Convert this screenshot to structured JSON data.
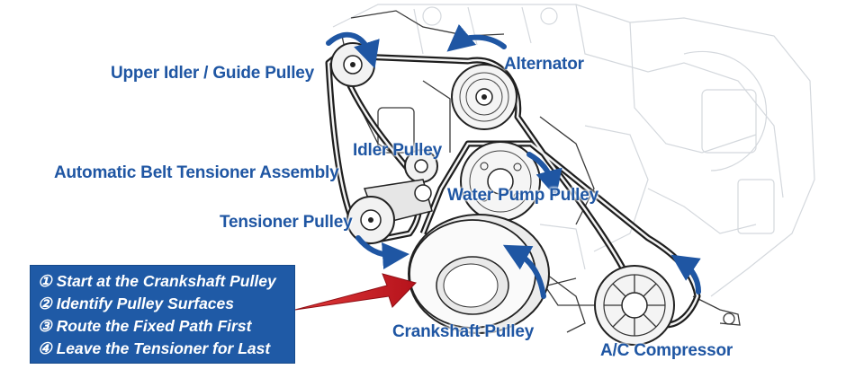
{
  "labels": {
    "upper_idler": "Upper Idler / Guide Pulley",
    "alternator": "Alternator",
    "idler_pulley": "Idler Pulley",
    "tensioner_assembly": "Automatic Belt Tensioner Assembly",
    "water_pump": "Water Pump Pulley",
    "tensioner_pulley": "Tensioner Pulley",
    "crankshaft": "Crankshaft Pulley",
    "ac_compressor": "A/C Compressor"
  },
  "steps": [
    {
      "num": "①",
      "text": "Start at the Crankshaft Pulley"
    },
    {
      "num": "②",
      "text": "Identify Pulley Surfaces"
    },
    {
      "num": "③",
      "text": "Route the Fixed Path First"
    },
    {
      "num": "④",
      "text": "Leave the Tensioner for Last"
    }
  ],
  "colors": {
    "label_blue": "#1f56a3",
    "box_blue": "#1f5aa6",
    "pointer_red": "#c8171e",
    "line_art": "#2b2b2b"
  }
}
